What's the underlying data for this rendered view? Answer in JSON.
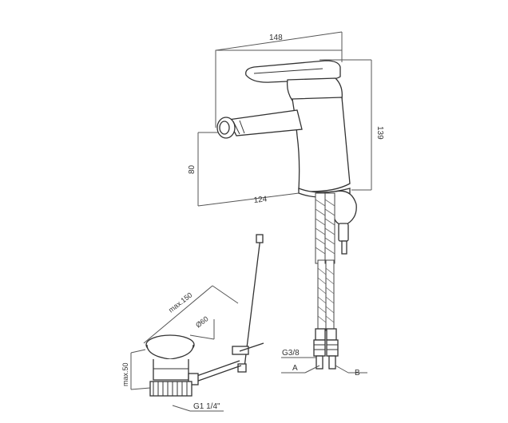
{
  "dimensions": {
    "width_top": "148",
    "height_right": "139",
    "height_left": "80",
    "spout_reach": "124",
    "drain_max_width": "max.150",
    "drain_diameter": "Ø60",
    "drain_max_height": "max.50",
    "drain_thread": "G1 1/4\"",
    "hose_thread": "G3/8"
  },
  "callouts": {
    "hose_a": "A",
    "hose_b": "B"
  }
}
